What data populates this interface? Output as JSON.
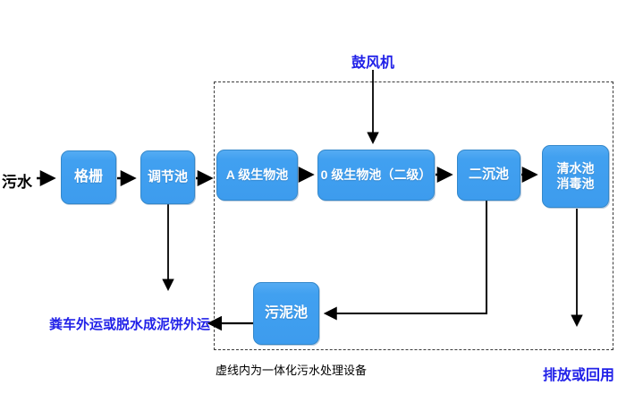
{
  "diagram": {
    "caption": "虚线内为一体化污水处理设备",
    "labels": {
      "influent": "污水",
      "blower": "鼓风机",
      "sludge_disposal": "粪车外运或脱水成泥饼外运",
      "discharge": "排放或回用"
    },
    "nodes": {
      "grille": "格栅",
      "regulating_tank": "调节池",
      "a_bio_tank": "A 级生物池",
      "o_bio_tank": "0 级生物池（二级）",
      "secondary_sedimentation_tank": "二沉池",
      "clear_water_tank_line1": "清水池",
      "clear_water_tank_line2": "消毒池",
      "sludge_tank": "污泥池"
    },
    "colors": {
      "node_fill": "#41a0f0",
      "node_border": "#3488cb",
      "accent_text": "#2121e8",
      "line": "#000000"
    }
  }
}
